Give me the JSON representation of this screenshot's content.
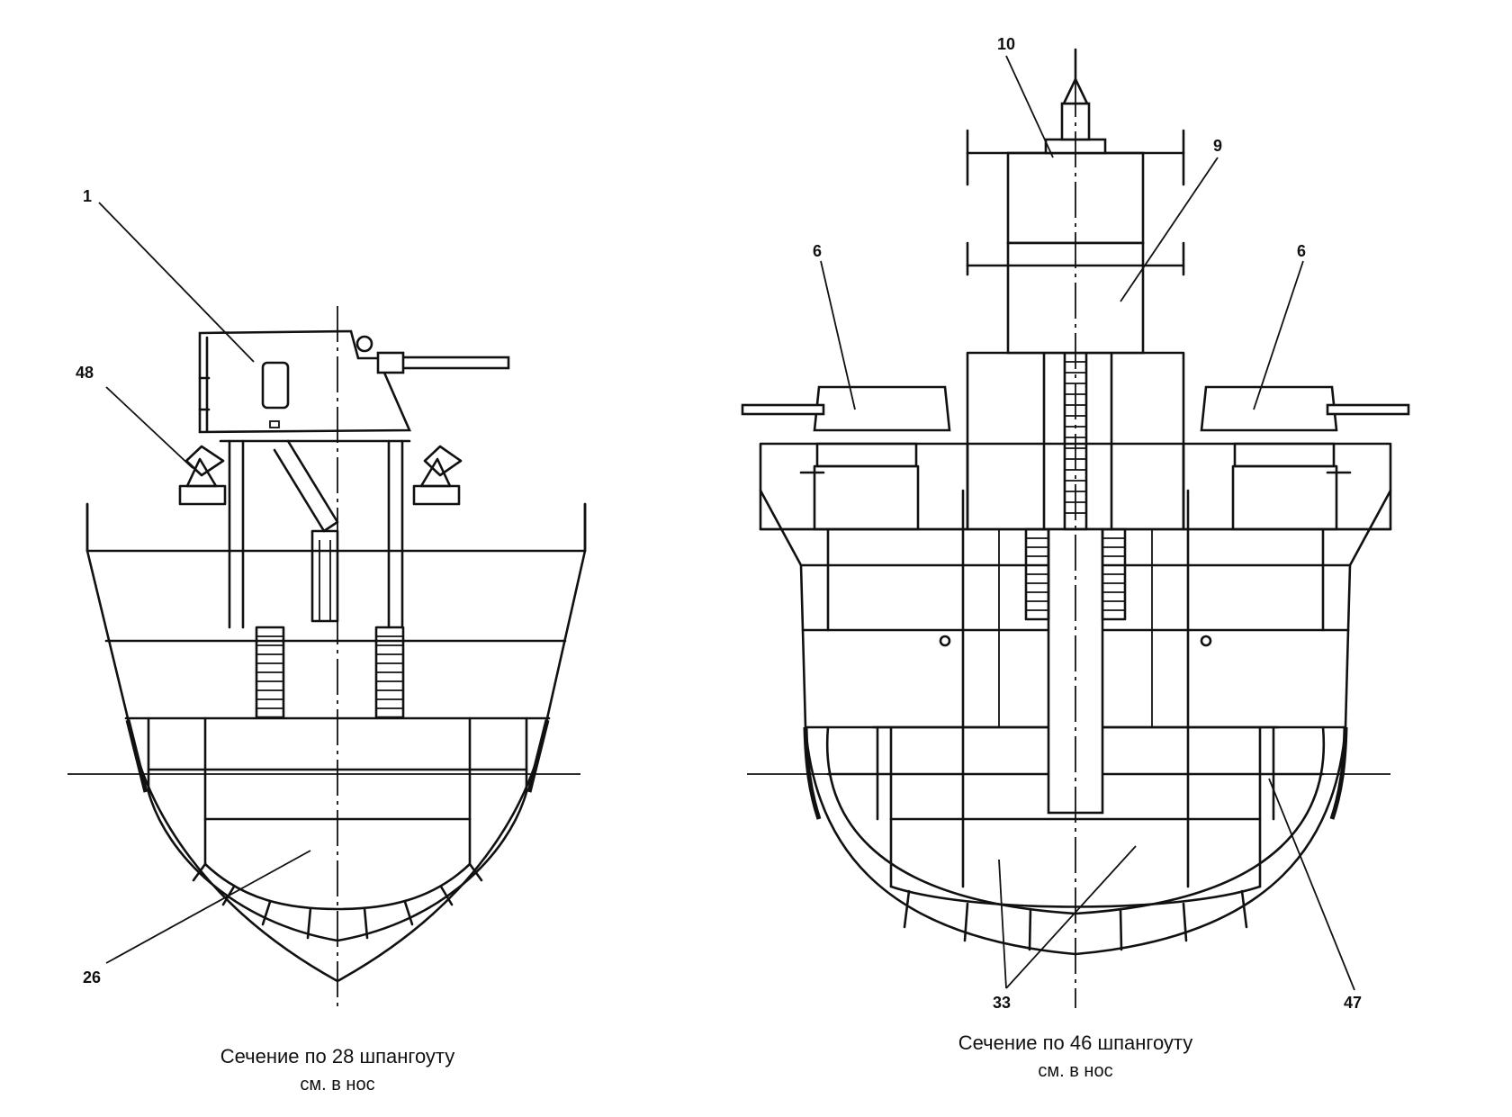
{
  "left_section": {
    "labels": {
      "turret": "1",
      "searchlight": "48",
      "bottom": "26"
    },
    "caption_line1": "Сечение по 28 шпангоуту",
    "caption_line2": "см. в нос"
  },
  "right_section": {
    "labels": {
      "mast_top": "10",
      "mast_mid": "9",
      "turret_left": "6",
      "turret_right": "6",
      "double_bottom": "33",
      "tank": "47"
    },
    "caption_line1": "Сечение по 46 шпангоуту",
    "caption_line2": "см. в нос"
  }
}
